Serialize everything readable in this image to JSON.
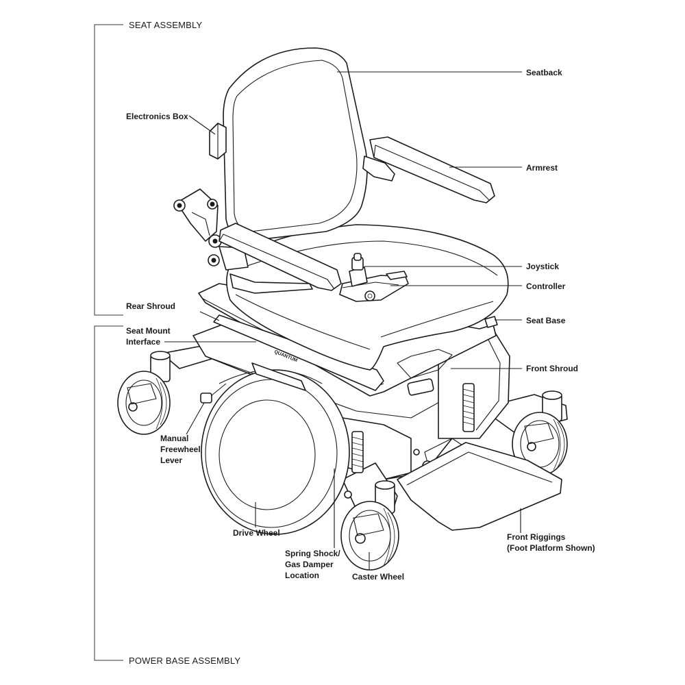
{
  "sections": {
    "seat_assembly": "SEAT ASSEMBLY",
    "power_base_assembly": "POWER BASE ASSEMBLY"
  },
  "labels": {
    "seatback": "Seatback",
    "electronics_box": "Electronics Box",
    "armrest": "Armrest",
    "joystick": "Joystick",
    "controller": "Controller",
    "rear_shroud": "Rear Shroud",
    "seat_base": "Seat Base",
    "seat_mount_interface": [
      "Seat Mount",
      "Interface"
    ],
    "front_shroud": "Front Shroud",
    "manual_freewheel_lever": [
      "Manual",
      "Freewheel",
      "Lever"
    ],
    "drive_wheel": "Drive Wheel",
    "spring_shock": [
      "Spring Shock/",
      "Gas Damper",
      "Location"
    ],
    "caster_wheel": "Caster Wheel",
    "front_riggings": [
      "Front Riggings",
      "(Foot Platform Shown)"
    ]
  },
  "brand_mark": "QUANTUM"
}
